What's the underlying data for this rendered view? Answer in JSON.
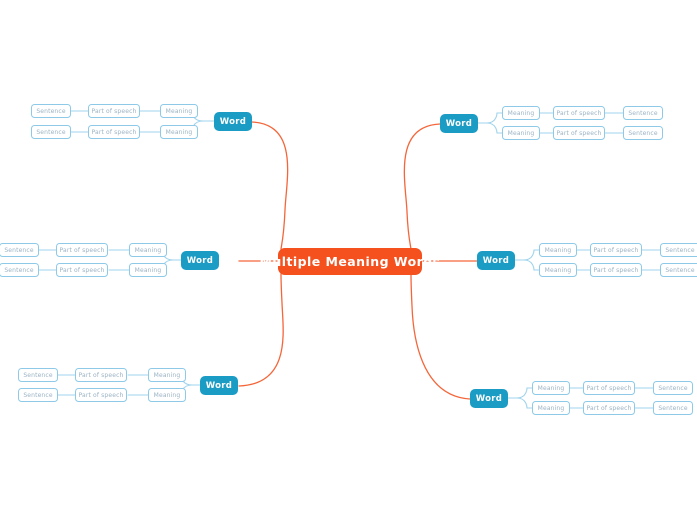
{
  "diagram": {
    "type": "mind-map",
    "title": "Multiple Meaning Words",
    "colors": {
      "center_fill": "#F4511E",
      "center_text": "#FFFFFF",
      "word_fill": "#1B9CC4",
      "word_text": "#FFFFFF",
      "leaf_fill": "#FFFFFF",
      "leaf_border": "#8ECAE8",
      "leaf_text": "#9BB3C4",
      "main_connector": "#F4663A",
      "sub_connector": "#9FD3EC",
      "background": "#FFFFFF"
    },
    "center": {
      "label": "Multiple Meaning Words"
    },
    "branches": [
      {
        "id": "top-left",
        "side": "left",
        "word": "Word",
        "rows": [
          {
            "meaning": "Meaning",
            "part_of_speech": "Part of speech",
            "sentence": "Sentence"
          },
          {
            "meaning": "Meaning",
            "part_of_speech": "Part of speech",
            "sentence": "Sentence"
          }
        ]
      },
      {
        "id": "middle-left",
        "side": "left",
        "word": "Word",
        "rows": [
          {
            "meaning": "Meaning",
            "part_of_speech": "Part of speech",
            "sentence": "Sentence"
          },
          {
            "meaning": "Meaning",
            "part_of_speech": "Part of speech",
            "sentence": "Sentence"
          }
        ]
      },
      {
        "id": "bottom-left",
        "side": "left",
        "word": "Word",
        "rows": [
          {
            "meaning": "Meaning",
            "part_of_speech": "Part of speech",
            "sentence": "Sentence"
          },
          {
            "meaning": "Meaning",
            "part_of_speech": "Part of speech",
            "sentence": "Sentence"
          }
        ]
      },
      {
        "id": "top-right",
        "side": "right",
        "word": "Word",
        "rows": [
          {
            "meaning": "Meaning",
            "part_of_speech": "Part of speech",
            "sentence": "Sentence"
          },
          {
            "meaning": "Meaning",
            "part_of_speech": "Part of speech",
            "sentence": "Sentence"
          }
        ]
      },
      {
        "id": "middle-right",
        "side": "right",
        "word": "Word",
        "rows": [
          {
            "meaning": "Meaning",
            "part_of_speech": "Part of speech",
            "sentence": "Sentence"
          },
          {
            "meaning": "Meaning",
            "part_of_speech": "Part of speech",
            "sentence": "Sentence"
          }
        ]
      },
      {
        "id": "bottom-right",
        "side": "right",
        "word": "Word",
        "rows": [
          {
            "meaning": "Meaning",
            "part_of_speech": "Part of speech",
            "sentence": "Sentence"
          },
          {
            "meaning": "Meaning",
            "part_of_speech": "Part of speech",
            "sentence": "Sentence"
          }
        ]
      }
    ]
  }
}
